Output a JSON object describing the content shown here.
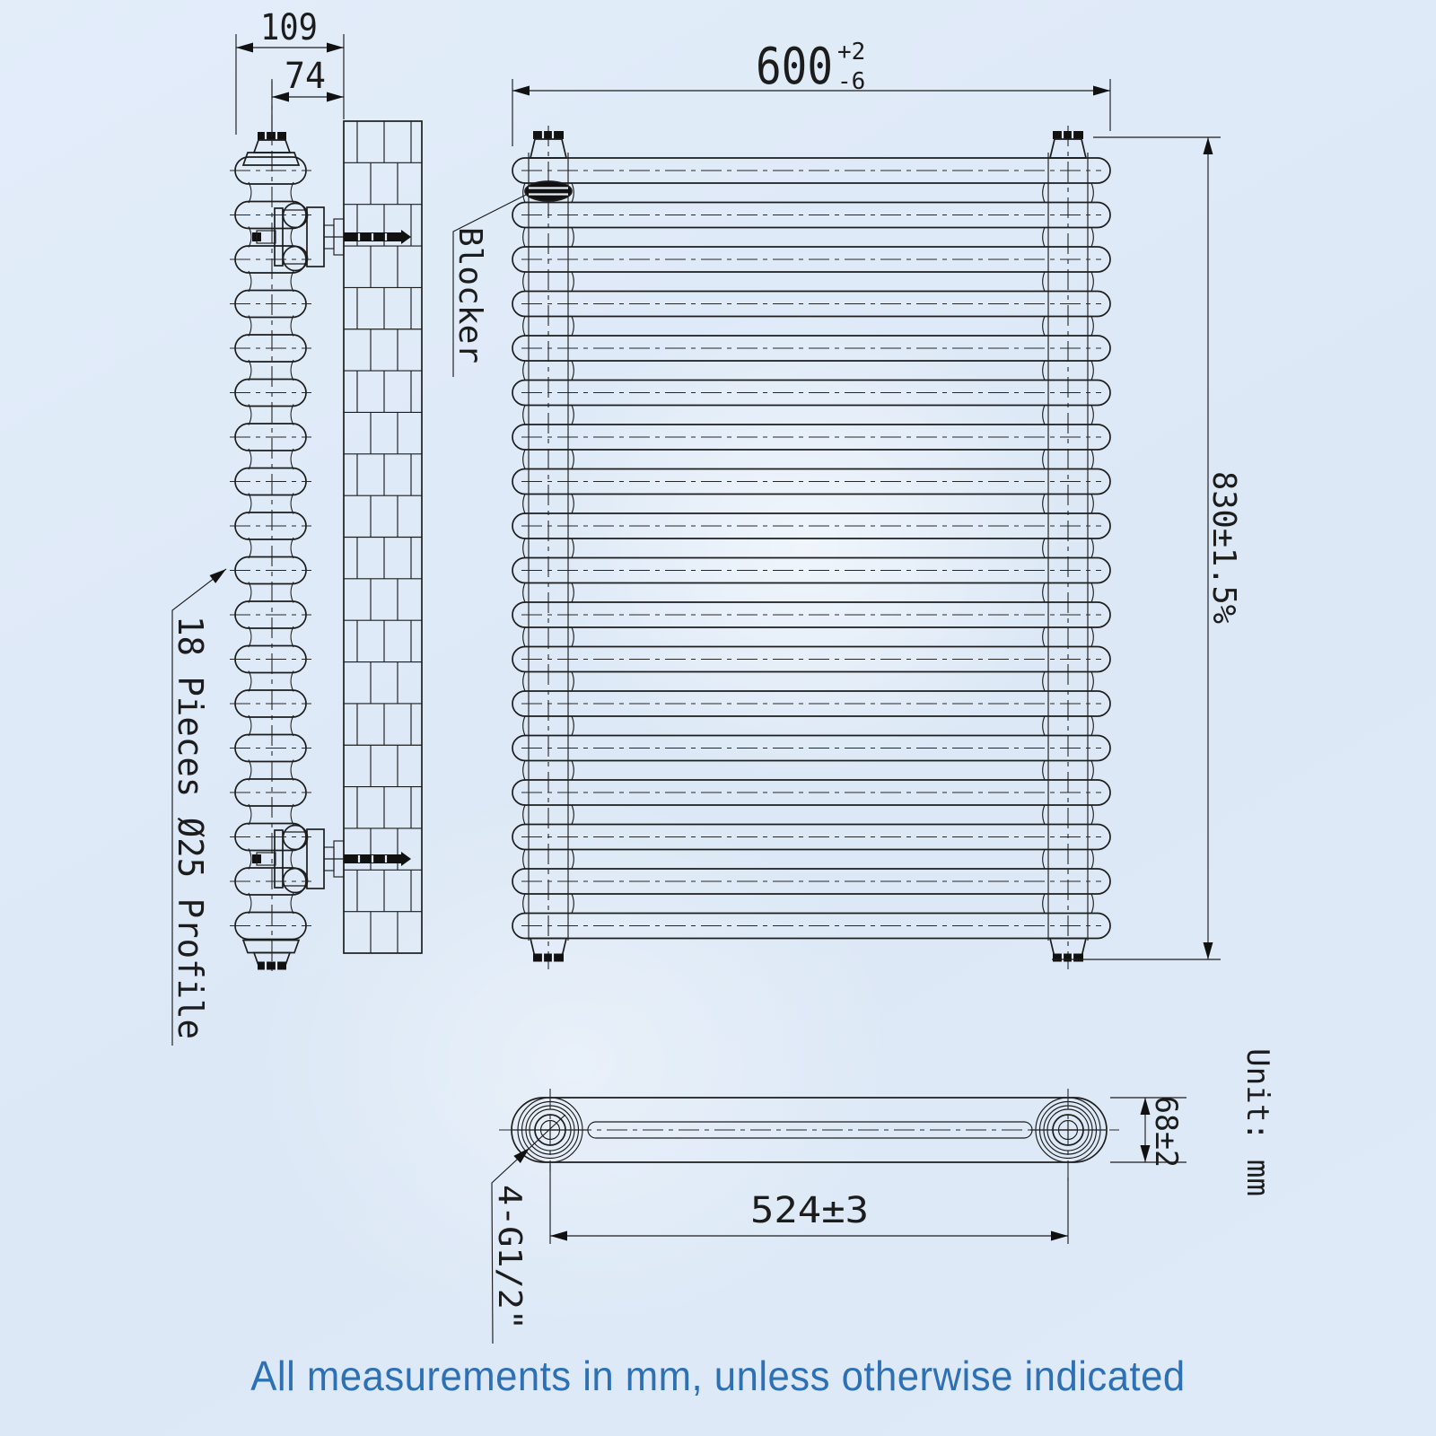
{
  "drawing": {
    "piece_count": 18,
    "caption": "All measurements in mm, unless otherwise indicated",
    "labels": {
      "blocker": "Blocker",
      "profile": "18 Pieces Ø25 Profile",
      "ports": "4-G1/2\"",
      "unit": "Unit: mm"
    },
    "dimensions": {
      "depth": "109",
      "wall_offset": "74",
      "width": "600",
      "width_tol_plus": "+2",
      "width_tol_minus": "-6",
      "height": "830±1.5%",
      "port_spacing": "524±3",
      "base_depth": "68±2"
    },
    "colors": {
      "line": "#1d1d1d",
      "caption_text": "#2d70b4",
      "background": "#dde9f7"
    }
  }
}
